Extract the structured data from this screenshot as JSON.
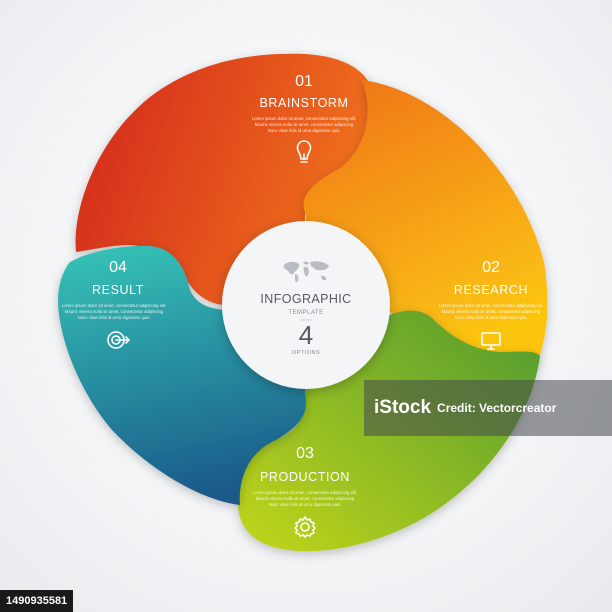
{
  "center": {
    "title": "INFOGRAPHIC",
    "subtitle": "TEMPLATE",
    "count": "4",
    "count_label": "OPTIONS",
    "map_icon": "world-map-icon"
  },
  "steps": [
    {
      "number": "01",
      "title": "BRAINSTORM",
      "desc_lines": [
        "Lorem ipsum dolor sit amet, consectetur adipiscing elit.",
        "Mauris viverra nulla sit amet, consectetur adipiscing",
        "Nunc vitae felis id urna dignissim quis."
      ],
      "icon": "lightbulb-icon",
      "color_a": "#d92b1a",
      "color_b": "#f07a16"
    },
    {
      "number": "02",
      "title": "RESEARCH",
      "desc_lines": [
        "Lorem ipsum dolor sit amet, consectetur adipiscing elit.",
        "Mauris viverra nulla sit amet, consectetur adipiscing",
        "Nunc vitae felis id urna dignissim quis."
      ],
      "icon": "monitor-icon",
      "color_a": "#f07a16",
      "color_b": "#fbc20f"
    },
    {
      "number": "03",
      "title": "PRODUCTION",
      "desc_lines": [
        "Lorem ipsum dolor sit amet, consectetur adipiscing elit.",
        "Mauris viverra nulla sit amet, consectetur adipiscing",
        "Nunc vitae felis id urna dignissim quis."
      ],
      "icon": "gear-icon",
      "color_a": "#5f9e2d",
      "color_b": "#b7d31a"
    },
    {
      "number": "04",
      "title": "RESULT",
      "desc_lines": [
        "Lorem ipsum dolor sit amet, consectetur adipiscing elit.",
        "Mauris viverra nulla sit amet, consectetur adipiscing",
        "Nunc vitae felis id urna dignissim quis."
      ],
      "icon": "target-icon",
      "color_a": "#1c5d8c",
      "color_b": "#2ab7b0"
    }
  ],
  "watermark": {
    "brand": "iStock",
    "credit": "Credit: Vectorcreator"
  },
  "stock_id": "1490935581"
}
